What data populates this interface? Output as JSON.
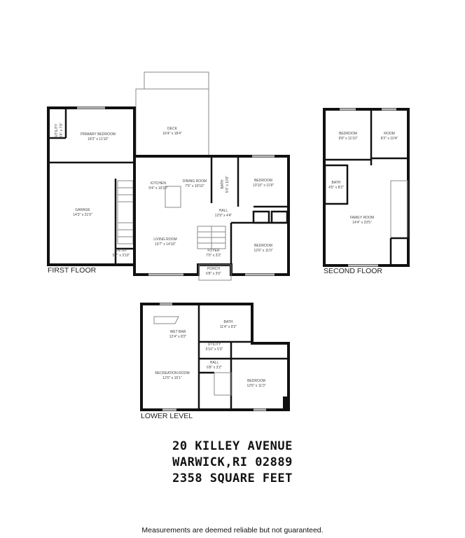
{
  "floors": {
    "first": {
      "label": "FIRST FLOOR",
      "rooms": [
        {
          "name": "UTILITY",
          "dims": "3'4\" x 7'6\""
        },
        {
          "name": "PRIMARY BEDROOM",
          "dims": "18'2\" x 11'10\""
        },
        {
          "name": "DECK",
          "dims": "16'4\" x 18'4\""
        },
        {
          "name": "GARAGE",
          "dims": "14'3\" x 21'9\""
        },
        {
          "name": "KITCHEN",
          "dims": "9'4\" x 10'10\""
        },
        {
          "name": "DINING ROOM",
          "dims": "7'5\" x 10'10\""
        },
        {
          "name": "BATH",
          "dims": "5'4\" x 10'6\""
        },
        {
          "name": "BEDROOM",
          "dims": "10'10\" x 11'8\""
        },
        {
          "name": "HALL",
          "dims": "12'9\" x 4'4\""
        },
        {
          "name": "LIVING ROOM",
          "dims": "13'7\" x 14'10\""
        },
        {
          "name": "ENTRY",
          "dims": "5'7\" x 3'10\""
        },
        {
          "name": "FOYER",
          "dims": "7'0\" x 3'2\""
        },
        {
          "name": "BEDROOM",
          "dims": "12'6\" x 11'0\""
        },
        {
          "name": "PORCH",
          "dims": "6'8\" x 3'6\""
        }
      ]
    },
    "second": {
      "label": "SECOND FLOOR",
      "rooms": [
        {
          "name": "BEDROOM",
          "dims": "9'8\" x 11'10\""
        },
        {
          "name": "ROOM",
          "dims": "8'2\" x 10'4\""
        },
        {
          "name": "BATH",
          "dims": "4'5\" x 8'2\""
        },
        {
          "name": "FAMILY ROOM",
          "dims": "14'4\" x 23'5\""
        }
      ]
    },
    "lower": {
      "label": "LOWER LEVEL",
      "rooms": [
        {
          "name": "WET BAR",
          "dims": "12'4\" x 8'2\""
        },
        {
          "name": "BATH",
          "dims": "11'4\" x 8'2\""
        },
        {
          "name": "UTILITY",
          "dims": "5'10\" x 5'3\""
        },
        {
          "name": "HALL",
          "dims": "6'8\" x 3'2\""
        },
        {
          "name": "RECREATION ROOM",
          "dims": "12'0\" x 15'1\""
        },
        {
          "name": "BEDROOM",
          "dims": "12'6\" x 11'3\""
        }
      ]
    }
  },
  "property": {
    "address": "20 KILLEY AVENUE",
    "city": "WARWICK,RI 02889",
    "area": "2358 SQUARE FEET"
  },
  "disclaimer": "Measurements are deemed reliable but not guaranteed."
}
